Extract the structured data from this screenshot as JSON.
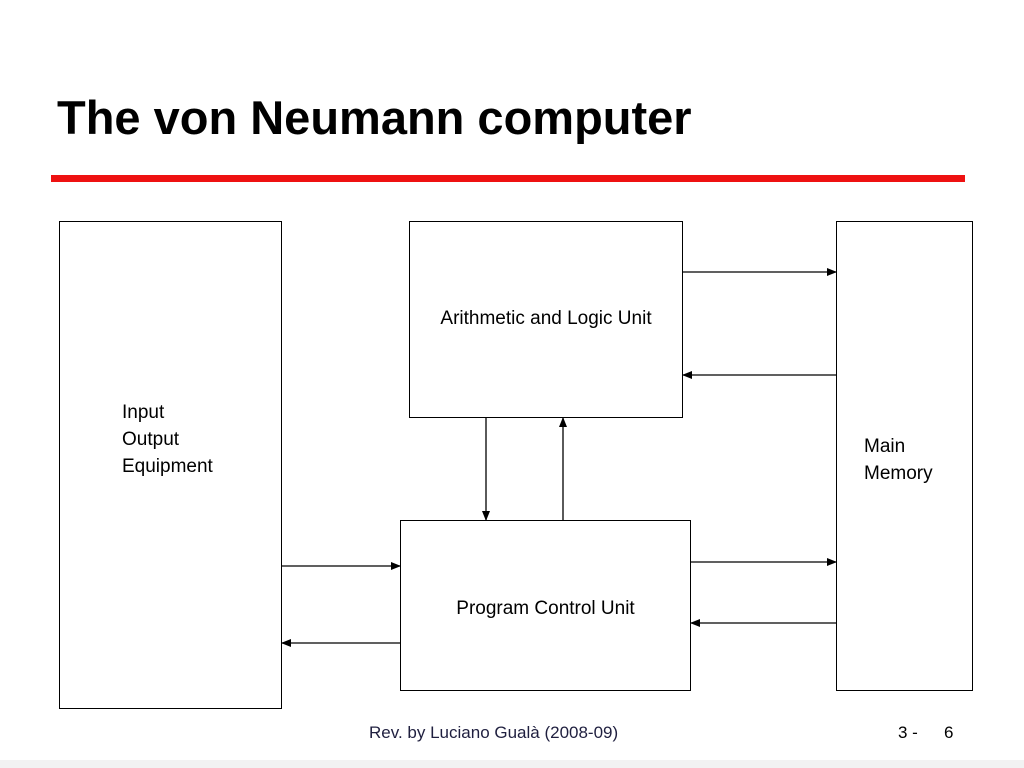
{
  "slide": {
    "title": "The von Neumann computer",
    "accent_color": "#ee1111"
  },
  "diagram": {
    "io_box": {
      "lines": [
        "Input",
        "Output",
        "Equipment"
      ]
    },
    "alu_box": {
      "label": "Arithmetic and Logic Unit"
    },
    "pcu_box": {
      "label": "Program Control Unit"
    },
    "memory_box": {
      "lines": [
        "Main",
        "Memory"
      ]
    },
    "connections": [
      {
        "from": "Arithmetic and Logic Unit",
        "to": "Main Memory"
      },
      {
        "from": "Main Memory",
        "to": "Arithmetic and Logic Unit"
      },
      {
        "from": "Arithmetic and Logic Unit",
        "to": "Program Control Unit"
      },
      {
        "from": "Program Control Unit",
        "to": "Arithmetic and Logic Unit"
      },
      {
        "from": "Program Control Unit",
        "to": "Main Memory"
      },
      {
        "from": "Main Memory",
        "to": "Program Control Unit"
      },
      {
        "from": "Input Output Equipment",
        "to": "Program Control Unit"
      },
      {
        "from": "Program Control Unit",
        "to": "Input Output Equipment"
      }
    ]
  },
  "footer": {
    "credit": "Rev. by Luciano Gualà (2008-09)",
    "section": "3 -",
    "page": "6"
  }
}
